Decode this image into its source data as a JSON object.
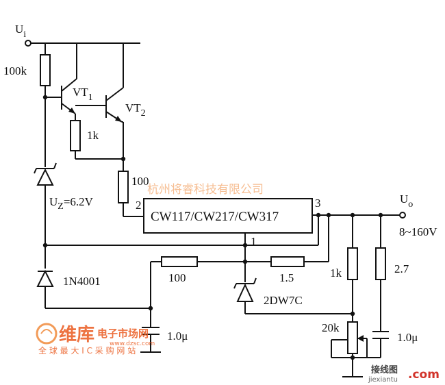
{
  "labels": {
    "ui": "U",
    "ui_sub": "i",
    "r100k": "100k",
    "vt1": "VT",
    "vt1_sub": "1",
    "vt2": "VT",
    "vt2_sub": "2",
    "r1k_top": "1k",
    "r100_top": "100",
    "uz": "U",
    "uz_sub": "Z",
    "uz_val": "=6.2V",
    "pin2": "2",
    "pin3": "3",
    "pin1": "1",
    "ic": "CW117/CW217/CW317",
    "uo": "U",
    "uo_sub": "o",
    "uo_range": "8~160V",
    "diode": "1N4001",
    "r100_bot": "100",
    "r1_5": "1.5",
    "r1k_right": "1k",
    "r2_7": "2.7",
    "zener": "2DW7C",
    "pot": "20k",
    "cap_left": "1.0μ",
    "cap_right": "1.0μ"
  },
  "watermarks": {
    "top": "杭州将睿科技有限公司",
    "brand": "维库",
    "brand_rest": "电子市场网",
    "site": "www.dzsc.com",
    "slogan": "全 球 最 大 I C 采 购 网 站",
    "br_brand": "接线图",
    "br_site": "jiexiantu",
    "br_dot": ".com"
  }
}
